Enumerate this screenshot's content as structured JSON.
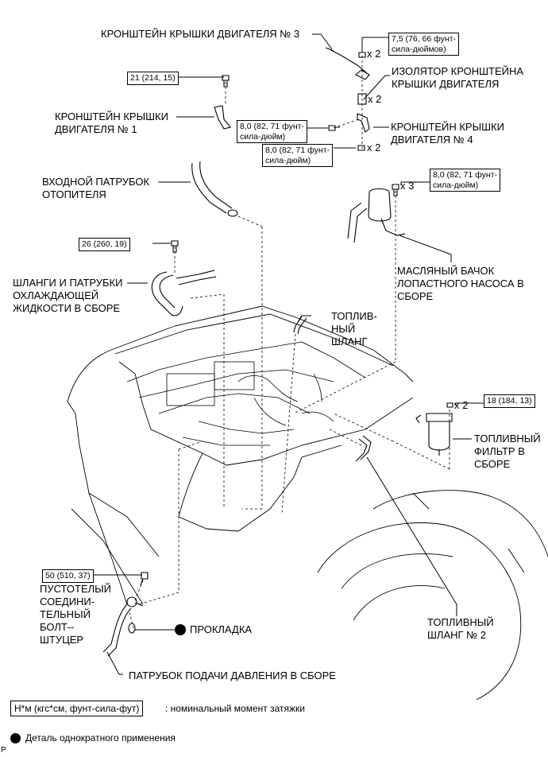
{
  "labels": {
    "bracket3": "КРОНШТЕЙН КРЫШКИ ДВИГАТЕЛЯ № 3",
    "isolator": "ИЗОЛЯТОР КРОНШТЕЙНА\nКРЫШКИ ДВИГАТЕЛЯ",
    "bracket1": "КРОНШТЕЙН КРЫШКИ\nДВИГАТЕЛЯ № 1",
    "bracket4": "КРОНШТЕЙН КРЫШКИ\nДВИГАТЕЛЯ № 4",
    "heater_inlet": "ВХОДНОЙ ПАТРУБОК\nОТОПИТЕЛЯ",
    "coolant_hoses": "ШЛАНГИ И ПАТРУБКИ\nОХЛАЖДАЮЩЕЙ\nЖИДКОСТИ В СБОРЕ",
    "oil_reservoir": "МАСЛЯНЫЙ БАЧОК\nЛОПАСТНОГО НАСОСА В\nСБОРЕ",
    "fuel_hose": "ТОПЛИВ-\nНЫЙ\nШЛАНГ",
    "fuel_filter": "ТОПЛИВНЫЙ\nФИЛЬТР В\nСБОРЕ",
    "union_bolt": "ПУСТОТЕЛЫЙ\nСОЕДИНИ-\nТЕЛЬНЫЙ\nБОЛТ--\nШТУЦЕР",
    "gasket": "ПРОКЛАДКА",
    "fuel_hose2": "ТОПЛИВНЫЙ\nШЛАНГ № 2",
    "pressure_pipe": "ПАТРУБОК ПОДАЧИ ДАВЛЕНИЯ В СБОРЕ"
  },
  "torques": {
    "t_75": "7,5 (76, 66 фунт-\nсила-дюймов)",
    "t_21": "21 (214, 15)",
    "t_80a": "8,0 (82, 71 фунт-\nсила-дюйм)",
    "t_80b": "8,0 (82, 71 фунт-\nсила-дюйм)",
    "t_80c": "8,0 (82, 71 фунт-\nсила-дюйм)",
    "t_26": "26 (260, 19)",
    "t_18": "18 (184, 13)",
    "t_50": "50 (510, 37)"
  },
  "quantities": {
    "q_nut_top": "x 2",
    "q_isolator": "x 2",
    "q_nut_mid": "x 2",
    "q_bolt_res": "x 3",
    "q_filter": "x 2"
  },
  "legend": {
    "torque_unit": "Н*м (кгс*см, фунт-сила-фут)",
    "torque_desc": ": номинальный момент затяжки",
    "single_use": "Деталь однократного применения"
  },
  "corner_mark": "P"
}
